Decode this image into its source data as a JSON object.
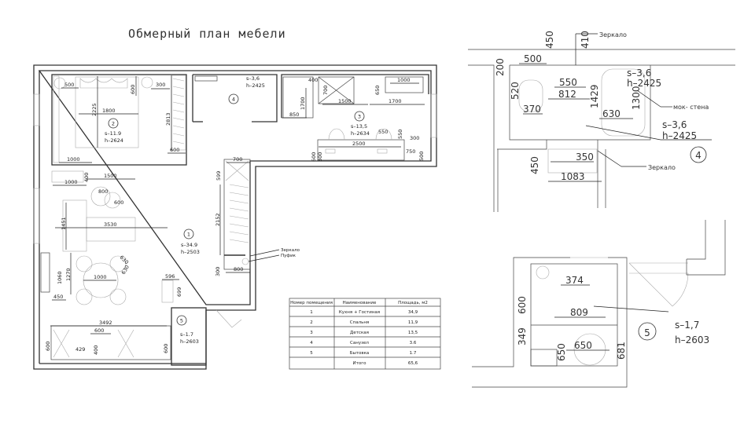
{
  "title": "Обмерный план мебели",
  "plan": {
    "rooms": [
      {
        "num": "1",
        "s": "s–34.9",
        "h": "h–2503"
      },
      {
        "num": "2",
        "s": "s–11.9",
        "h": "h–2624"
      },
      {
        "num": "3",
        "s": "s–13,5",
        "h": "h–2634"
      },
      {
        "num": "4",
        "s": "s–3,6",
        "h": "h–2425"
      },
      {
        "num": "5",
        "s": "s–1.7",
        "h": "h–2603"
      }
    ],
    "bedroom_dims": [
      "500",
      "300",
      "600",
      "2225",
      "1800",
      "2813",
      "600",
      "1000"
    ],
    "children_dims": [
      "400",
      "700",
      "650",
      "1000",
      "1500",
      "1700",
      "1700",
      "850",
      "550",
      "550",
      "2500",
      "300",
      "600",
      "750",
      "500",
      "300"
    ],
    "living_dims": [
      "1000",
      "400",
      "1500",
      "800",
      "600",
      "1451",
      "3530",
      "1000",
      "630",
      "630",
      "1060",
      "1270",
      "450",
      "596",
      "699",
      "3492",
      "600",
      "600",
      "429",
      "400",
      "600"
    ],
    "corridor_dims": [
      "700",
      "599",
      "2152",
      "300",
      "800"
    ],
    "notes": {
      "mirror": "Зеркало",
      "pouf": "Пуфик"
    }
  },
  "table": {
    "headers": [
      "Номер помещения",
      "Наименование",
      "Площадь, м2"
    ],
    "rows": [
      [
        "1",
        "Кухня + Гостиная",
        "34,9"
      ],
      [
        "2",
        "Спальня",
        "11,9"
      ],
      [
        "3",
        "Детская",
        "13,5"
      ],
      [
        "4",
        "Санузел",
        "3.6"
      ],
      [
        "5",
        "Бытовка",
        "1.7"
      ],
      [
        "",
        "Итого",
        "65,6"
      ]
    ]
  },
  "detail_bathroom": {
    "room": {
      "num": "4",
      "s": "s–3,6",
      "h": "h–2425",
      "s_top": "s–3,6",
      "h_top": "h–2425"
    },
    "notes": {
      "mirror_top": "Зеркало",
      "wall": "мок- стена",
      "mirror_bottom": "Зеркало"
    },
    "dims": [
      "450",
      "410",
      "500",
      "200",
      "550",
      "812",
      "520",
      "370",
      "1429",
      "630",
      "1300",
      "450",
      "350",
      "1083"
    ]
  },
  "detail_utility": {
    "room": {
      "num": "5",
      "s": "s–1,7",
      "h": "h–2603"
    },
    "dims": [
      "374",
      "809",
      "600",
      "349",
      "650",
      "650",
      "681"
    ]
  }
}
